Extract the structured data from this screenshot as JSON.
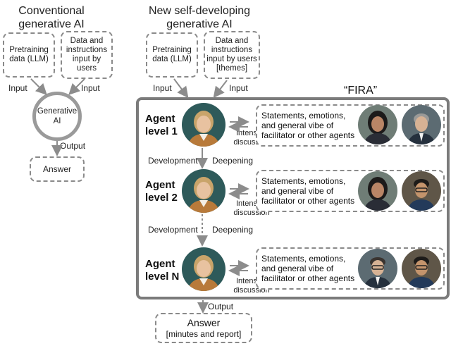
{
  "left": {
    "title": "Conventional generative AI",
    "pretraining": "Pretraining data (LLM)",
    "instructions": "Data and instructions input by users",
    "input_label_1": "Input",
    "input_label_2": "Input",
    "generative_ai": "Generative AI",
    "output_label": "Output",
    "answer": "Answer"
  },
  "right": {
    "title": "New self-developing generative AI",
    "pretraining": "Pretraining data (LLM)",
    "instructions": "Data and instructions input by users [themes]",
    "input_label_1": "Input",
    "input_label_2": "Input",
    "fira_title": "“FIRA”",
    "output_label": "Output",
    "answer_line1": "Answer",
    "answer_line2": "[minutes and report]"
  },
  "agents": [
    {
      "level": "Agent level 1",
      "intensive": "Intensive discussion",
      "statement": "Statements, emotions, and general vibe of facilitator or other agents"
    },
    {
      "level": "Agent level 2",
      "intensive": "Intensive discussion",
      "statement": "Statements, emotions, and general vibe of facilitator or other agents"
    },
    {
      "level": "Agent level N",
      "intensive": "Intensive discussion",
      "statement": "Statements, emotions, and general vibe of facilitator or other agents"
    }
  ],
  "transitions": [
    {
      "development": "Development",
      "deepening": "Deepening"
    },
    {
      "development": "Development",
      "deepening": "Deepening"
    }
  ],
  "colors": {
    "box_border": "#8a8a8a",
    "fira_border": "#7b7b7b",
    "arrow": "#8c8c8c"
  },
  "icons": [
    "agent-portrait",
    "participant-portrait"
  ]
}
